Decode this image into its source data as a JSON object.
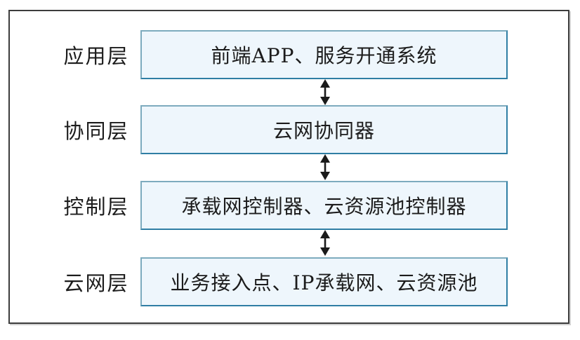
{
  "diagram": {
    "title": "cloud-network layered architecture",
    "layers": [
      {
        "label": "应用层",
        "content": "前端APP、服务开通系统"
      },
      {
        "label": "协同层",
        "content": "云网协同器"
      },
      {
        "label": "控制层",
        "content": "承载网控制器、云资源池控制器"
      },
      {
        "label": "云网层",
        "content": "业务接入点、IP承载网、云资源池"
      }
    ],
    "connector": "bidirectional-vertical-arrow",
    "colors": {
      "box_fill": "#eef6fc",
      "box_border_light": "#7dabbe",
      "box_border_dark": "#2f7ea4",
      "frame_border": "#3d3d3d",
      "text": "#1c1c1c",
      "arrow": "#1a1a1a"
    }
  }
}
